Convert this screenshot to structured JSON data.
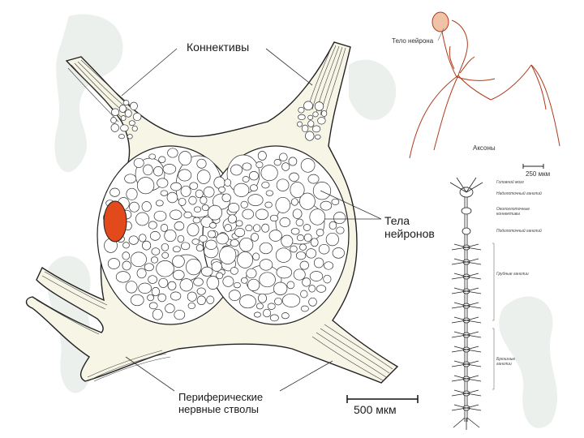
{
  "ganglion": {
    "connectives_label": "Коннективы",
    "neuron_bodies_label_line1": "Тела",
    "neuron_bodies_label_line2": "нейронов",
    "peripheral_label_line1": "Периферические",
    "peripheral_label_line2": "нервные стволы",
    "scale_label": "500 мкм"
  },
  "neuron": {
    "body_label": "Тело нейрона",
    "axons_label": "Аксоны",
    "scale_label": "250 мкм"
  },
  "nerve_chain": {
    "labels": [
      "Головной мозг",
      "Надглоточный ганглий",
      "Окологлоточные коннективы",
      "Подглоточный ганглий",
      "Грудные ганглии",
      "Брюшные ганглии"
    ]
  },
  "colors": {
    "ganglion_fill": "#f7f5e6",
    "highlight_cell": "#e24a1c",
    "neuron_drawing": "#b03a1a",
    "background_plant": "#c9d3c8"
  }
}
